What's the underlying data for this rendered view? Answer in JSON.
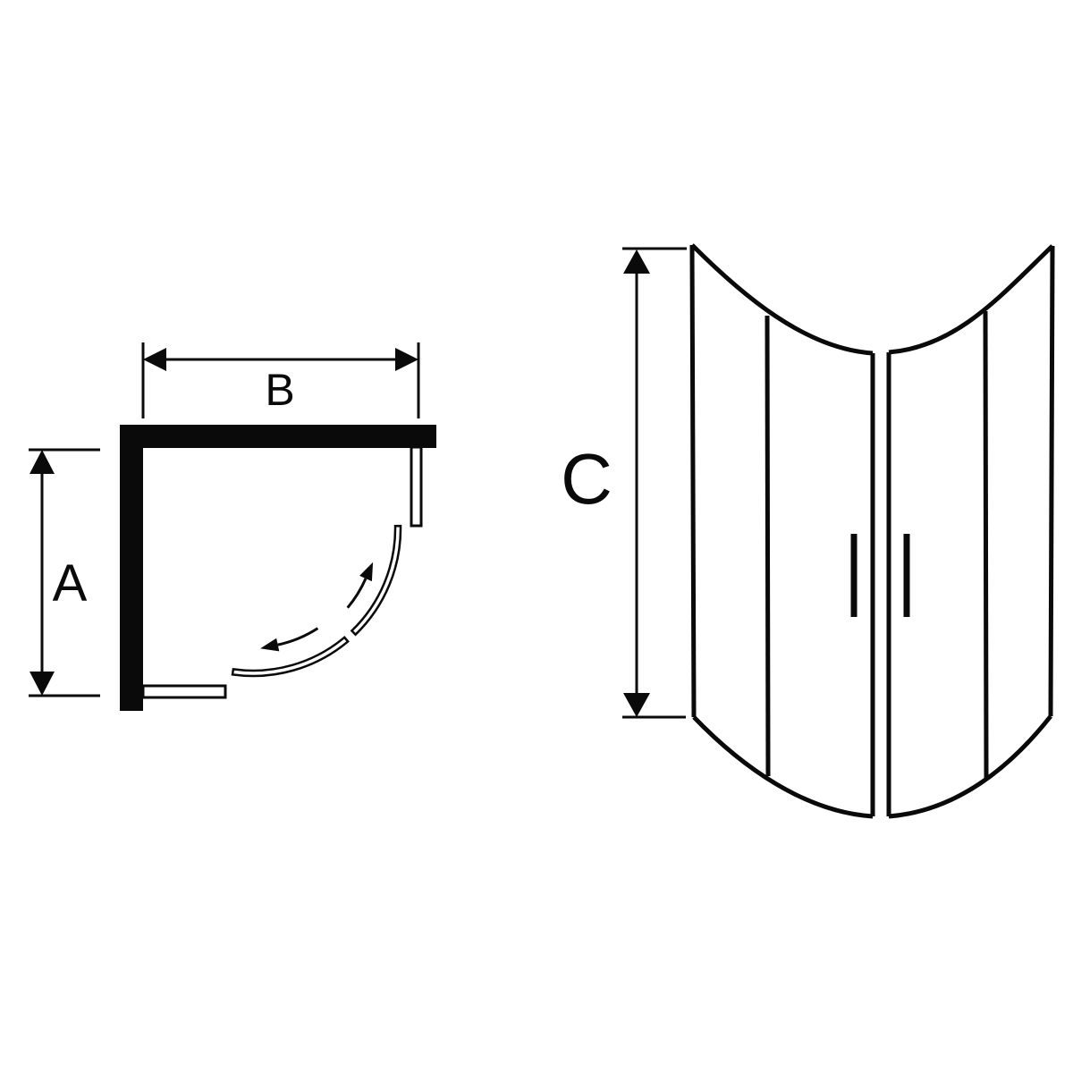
{
  "colors": {
    "background": "#ffffff",
    "line": "#0a0a0a"
  },
  "plan_view": {
    "width_label": "B",
    "depth_label": "A"
  },
  "front_view": {
    "height_label": "C"
  }
}
